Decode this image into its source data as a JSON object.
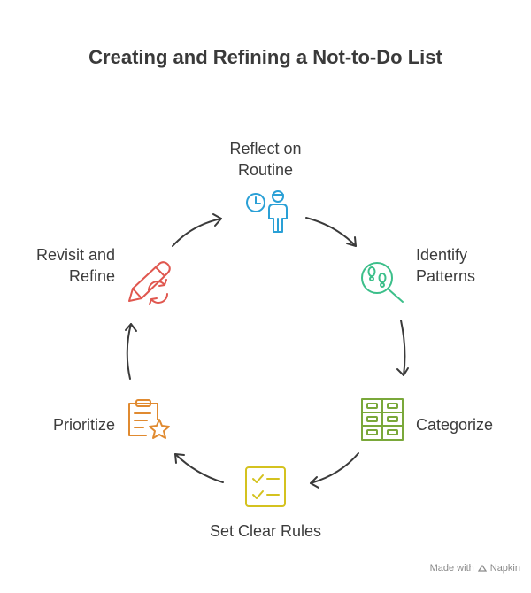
{
  "title": "Creating and Refining a Not-to-Do List",
  "steps": [
    {
      "lines": [
        "Reflect on",
        "Routine"
      ],
      "icon": "person-clock-icon",
      "color": "#2aa0d6"
    },
    {
      "lines": [
        "Identify",
        "Patterns"
      ],
      "icon": "magnifier-footprints-icon",
      "color": "#3cbf8a"
    },
    {
      "lines": [
        "Categorize"
      ],
      "icon": "cabinet-drawers-icon",
      "color": "#7aa83a"
    },
    {
      "lines": [
        "Set Clear Rules"
      ],
      "icon": "checklist-icon",
      "color": "#d4c21f"
    },
    {
      "lines": [
        "Prioritize"
      ],
      "icon": "clipboard-star-icon",
      "color": "#e08a30"
    },
    {
      "lines": [
        "Revisit and",
        "Refine"
      ],
      "icon": "pencil-cycle-icon",
      "color": "#e0574f"
    }
  ],
  "arrow_color": "#3a3a3a",
  "footer": {
    "made_with": "Made with",
    "brand": "Napkin"
  }
}
